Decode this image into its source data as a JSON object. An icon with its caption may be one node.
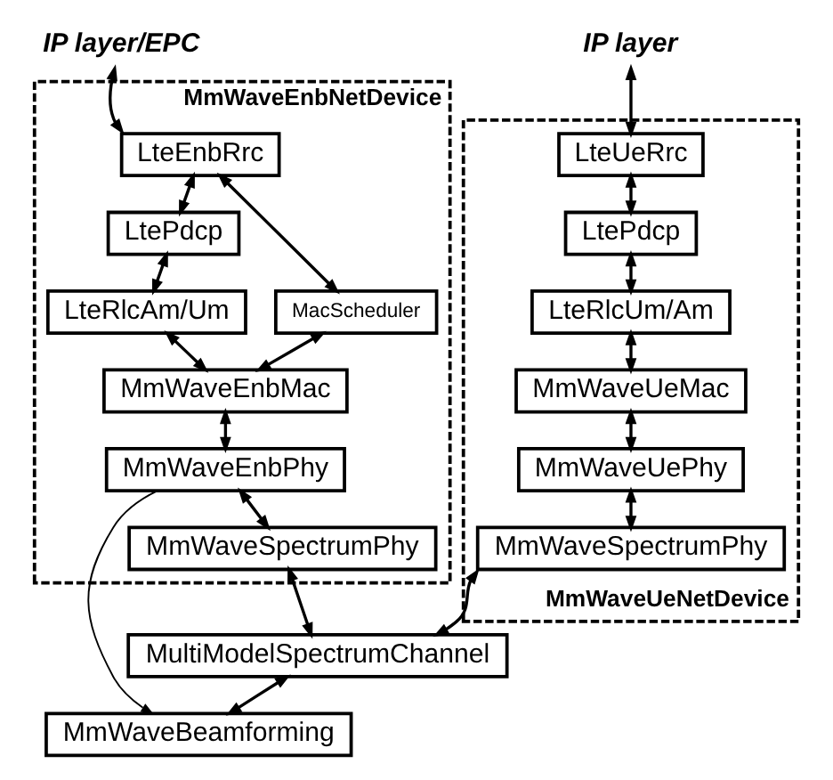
{
  "diagram": {
    "nodes": [
      {
        "text": [
          "IP layer/EPC"
        ]
      },
      {
        "text": [
          "MmWaveEnbNetDevice"
        ]
      },
      {
        "text": [
          "LteEnbRrc"
        ],
        "in": 1
      },
      {
        "text": [
          "LtePdcp"
        ],
        "in": 1
      },
      {
        "text": [
          "LteRlcAm/Um"
        ],
        "in": 1
      },
      {
        "text": [
          "MacScheduler"
        ],
        "in": 1
      },
      {
        "text": [
          "MmWaveEnbMac"
        ],
        "in": 1
      },
      {
        "text": [
          "MmWaveEnbPhy"
        ],
        "in": 1
      },
      {
        "text": [
          "MmWaveSpectrumPhy"
        ],
        "in": 1
      },
      {
        "text": [
          "IP layer"
        ]
      },
      {
        "text": [
          "MmWaveUeNetDevice"
        ]
      },
      {
        "text": [
          "LteUeRrc"
        ],
        "in": 10
      },
      {
        "text": [
          "LtePdcp"
        ],
        "in": 10
      },
      {
        "text": [
          "LteRlcUm/Am"
        ],
        "in": 10
      },
      {
        "text": [
          "MmWaveUeMac"
        ],
        "in": 10
      },
      {
        "text": [
          "MmWaveUePhy"
        ],
        "in": 10
      },
      {
        "text": [
          "MmWaveSpectrumPhy"
        ],
        "in": 10
      },
      {
        "text": [
          "MultiModelSpectrumChannel"
        ]
      },
      {
        "text": [
          "MmWaveBeamforming"
        ]
      }
    ],
    "edges": [
      {
        "from": 0,
        "to": 2,
        "arrow": "both"
      },
      {
        "from": 2,
        "to": 3,
        "arrow": "both"
      },
      {
        "from": 3,
        "to": 4,
        "arrow": "both"
      },
      {
        "from": 2,
        "to": 5,
        "arrow": "both"
      },
      {
        "from": 4,
        "to": 6,
        "arrow": "both"
      },
      {
        "from": 5,
        "to": 6,
        "arrow": "both"
      },
      {
        "from": 6,
        "to": 7,
        "arrow": "both"
      },
      {
        "from": 7,
        "to": 8,
        "arrow": "both"
      },
      {
        "from": 8,
        "to": 17,
        "arrow": "both"
      },
      {
        "from": 9,
        "to": 11,
        "arrow": "both"
      },
      {
        "from": 11,
        "to": 12,
        "arrow": "both"
      },
      {
        "from": 12,
        "to": 13,
        "arrow": "both"
      },
      {
        "from": 13,
        "to": 14,
        "arrow": "both"
      },
      {
        "from": 14,
        "to": 15,
        "arrow": "both"
      },
      {
        "from": 15,
        "to": 16,
        "arrow": "both"
      },
      {
        "from": 16,
        "to": 17,
        "arrow": "both"
      },
      {
        "from": 17,
        "to": 18,
        "arrow": "both"
      },
      {
        "from": 7,
        "to": 18,
        "arrow": "to"
      }
    ]
  }
}
